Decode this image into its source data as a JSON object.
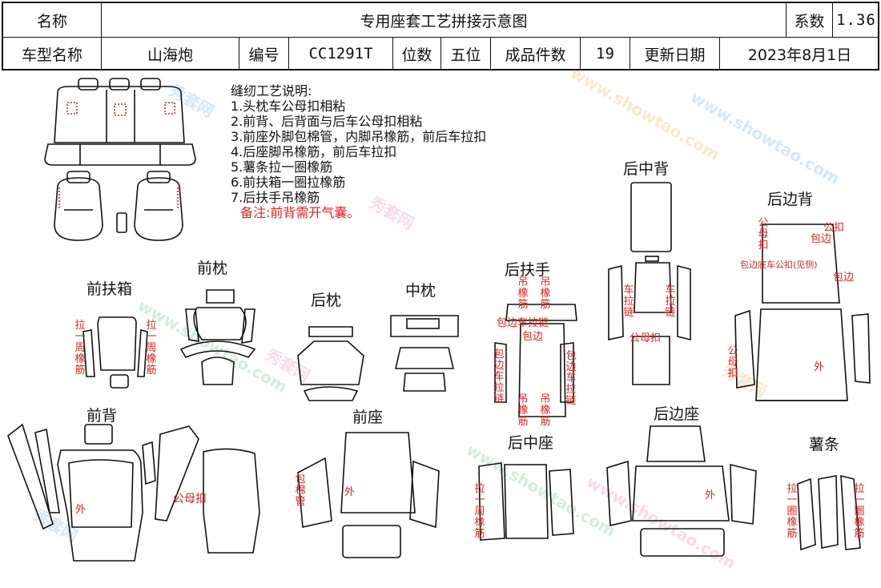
{
  "header": {
    "name_label": "名称",
    "title": "专用座套工艺拼接示意图",
    "coef_label": "系数",
    "coef_value": "1.36",
    "model_label": "车型名称",
    "model_value": "山海炮",
    "code_label": "编号",
    "code_value": "CC1291T",
    "seats_label": "位数",
    "seats_value": "五位",
    "pieces_label": "成品件数",
    "pieces_value": "19",
    "date_label": "更新日期",
    "date_value": "2023年8月1日"
  },
  "notes": {
    "title": "缝纫工艺说明:",
    "items": [
      "1.头枕车公母扣相粘",
      "2.前背、后背面与后车公母扣相粘",
      "3.前座外脚包棉管，内脚吊橡筋，前后车拉扣",
      "4.后座脚吊橡筋，前后车拉扣",
      "5.薯条拉一圈橡筋",
      "6.前扶箱一圈拉橡筋",
      "7.后扶手吊橡筋"
    ],
    "remark": "备注:前背需开气囊。"
  },
  "sections": {
    "front_armbox": "前扶箱",
    "front_headrest": "前枕",
    "rear_headrest": "后枕",
    "middle_headrest": "中枕",
    "rear_armrest": "后扶手",
    "rear_middle_back": "后中背",
    "rear_side_back": "后边背",
    "front_back": "前背",
    "front_seat": "前座",
    "rear_middle_seat": "后中座",
    "rear_side_seat": "后边座",
    "fries_strip": "薯条"
  },
  "annotations": {
    "pull_elastic_loop": "拉一周橡筋",
    "pull_elastic_circle": "拉一圈橡筋",
    "hang_elastic": "吊橡筋",
    "edge_zipper": "包边车拉链",
    "edge_binding": "包边",
    "car_zipper": "车拉链",
    "male_female_snap": "公母扣",
    "wrap_cotton_tube": "包棉管",
    "outer": "外",
    "snap": "公扣",
    "edge_bottom_snap": "包边底车公扣(见侧)"
  },
  "watermarks": [
    "秀套网",
    "www.showtao.com"
  ],
  "colors": {
    "annotation": "#e02020",
    "line": "#111111"
  }
}
